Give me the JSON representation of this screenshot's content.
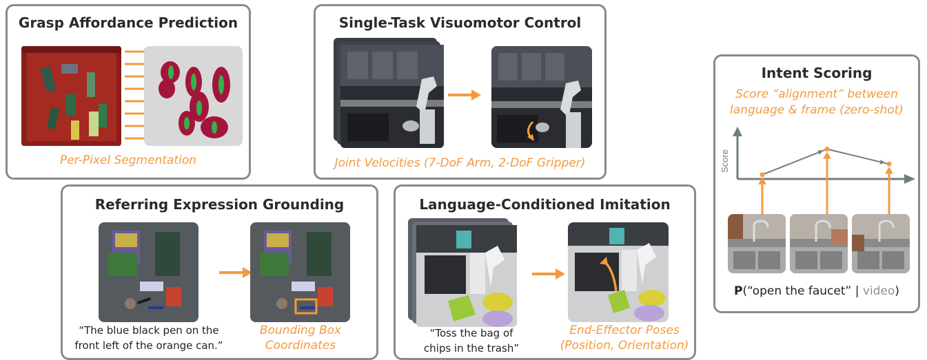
{
  "panels": {
    "grasp": {
      "title": "Grasp Affordance Prediction",
      "caption": "Per-Pixel Segmentation"
    },
    "visuomotor": {
      "title": "Single-Task Visuomotor Control",
      "caption": "Joint Velocities (7-DoF Arm, 2-DoF Gripper)"
    },
    "referring": {
      "title": "Referring Expression Grounding",
      "quote_line1": "“The blue black pen on the",
      "quote_line2": "front left of the orange can.”",
      "caption_line1": "Bounding Box",
      "caption_line2": "Coordinates"
    },
    "imitation": {
      "title": "Language-Conditioned Imitation",
      "quote_line1": "“Toss the bag of",
      "quote_line2": "chips in the trash”",
      "caption_line1": "End-Effector Poses",
      "caption_line2": "(Position, Orientation)"
    },
    "intent": {
      "title": "Intent Scoring",
      "subtitle_line1": "Score “alignment” between",
      "subtitle_line2": "language & frame (zero-shot)",
      "axis_label": "Score",
      "formula_p": "P",
      "formula_open": "(“open the faucet” ",
      "formula_bar": "| ",
      "formula_video": "video",
      "formula_close": ")"
    }
  },
  "colors": {
    "accent": "#f39a3d",
    "border": "#8a8a8a",
    "axis": "#6f7d82"
  },
  "chart_data": {
    "type": "line",
    "x": [
      1,
      2,
      3
    ],
    "values": [
      0.1,
      0.7,
      0.35
    ],
    "ylabel": "Score"
  }
}
